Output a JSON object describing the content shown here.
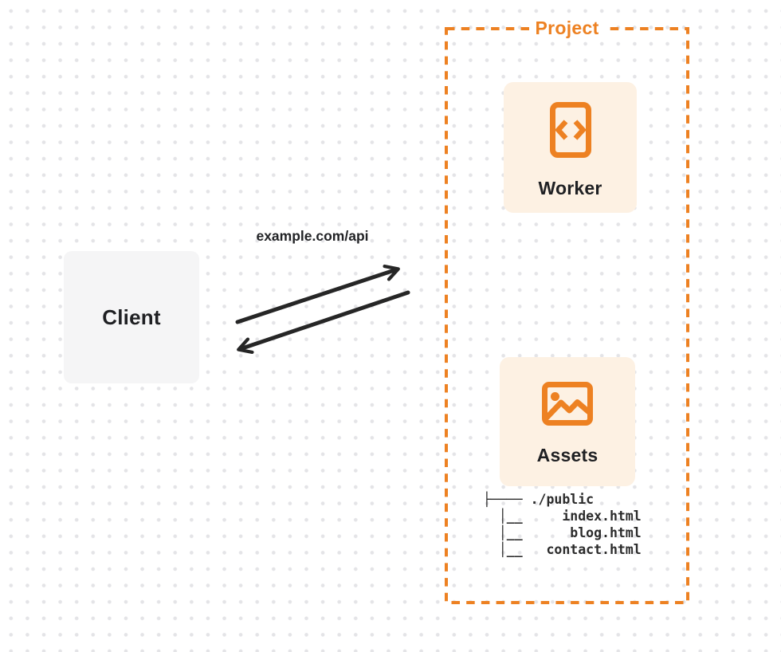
{
  "colors": {
    "accent": "#ED8122",
    "panel_bg": "#FDF1E3",
    "client_bg": "#F5F5F6",
    "arrow": "#262626",
    "text": "#1F2023",
    "dot_grid": "#E4E4E7"
  },
  "diagram": {
    "client": {
      "label": "Client"
    },
    "request": {
      "url_label": "example.com/api"
    },
    "project": {
      "label": "Project",
      "worker": {
        "label": "Worker",
        "icon": "code-file-icon"
      },
      "assets": {
        "label": "Assets",
        "icon": "image-icon",
        "file_tree": "├──── ./public\n  │__     index.html\n  │__      blog.html\n  │__   contact.html"
      }
    }
  }
}
